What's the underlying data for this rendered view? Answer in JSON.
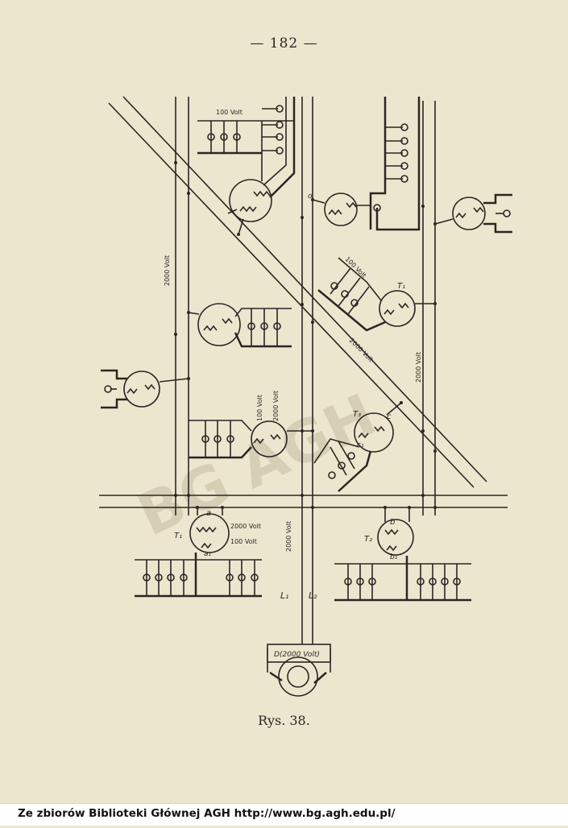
{
  "page": {
    "number": "— 182 —"
  },
  "diagram": {
    "labels": {
      "v100_top": "100 Volt",
      "v2000_left": "2000 Volt",
      "v100_mid": "100 Volt",
      "t1_upper": "T₁",
      "v2000_diag": "2000 Volt",
      "v2000_right": "2000 Volt",
      "v100_c": "100 Volt",
      "v2000_c": "2000 Volt",
      "t3": "T₃",
      "c": "c",
      "c1": "c₁",
      "a": "a",
      "t1_low": "T₁",
      "v2000_a": "2000 Volt",
      "v100_a": "100 Volt",
      "a1": "a₁",
      "v2000_line": "2000 Volt",
      "b": "b",
      "t2": "T₂",
      "b1": "b₁",
      "l1": "L₁",
      "l2": "L₂",
      "d": "D(2000 Volt)",
      "o": "o"
    },
    "watermark": "BG AGH"
  },
  "caption": "Rys. 38.",
  "footer": {
    "text": "Ze zbiorów Biblioteki Głównej AGH  http://www.bg.agh.edu.pl/"
  },
  "colors": {
    "paper": "#ece6cf",
    "ink": "#2a2622",
    "footer_bg": "#ffffff"
  }
}
